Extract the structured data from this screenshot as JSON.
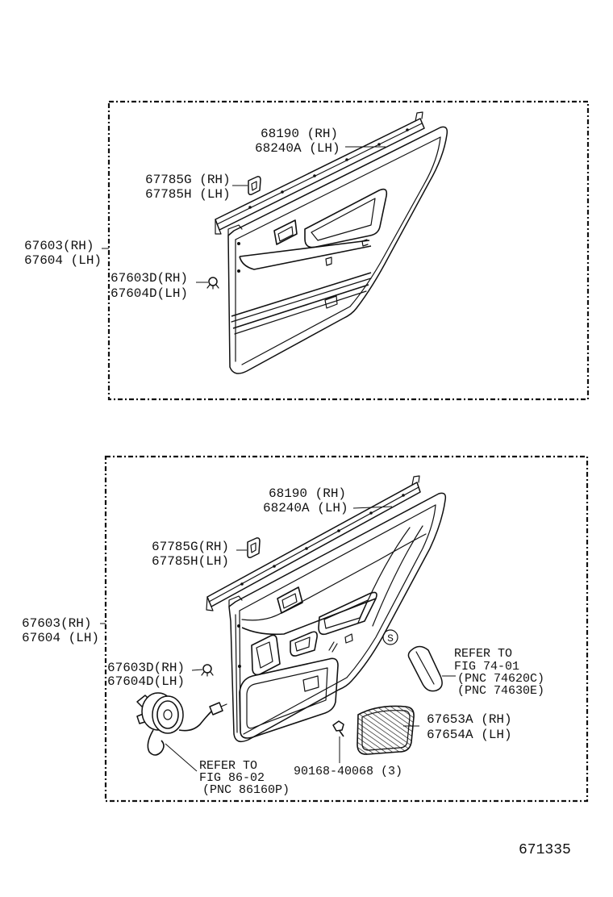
{
  "figure_number": "671335",
  "colors": {
    "ink": "#111111",
    "paper": "#ffffff"
  },
  "top_view": {
    "strip": {
      "rh": "68190 (RH)",
      "lh": "68240A (LH)"
    },
    "clip": {
      "rh": "67785G (RH)",
      "lh": "67785H (LH)"
    },
    "board": {
      "rh": "67603(RH)",
      "lh": "67604 (LH)"
    },
    "fastener": {
      "rh": "67603D(RH)",
      "lh": "67604D(LH)"
    }
  },
  "bottom_view": {
    "strip": {
      "rh": "68190 (RH)",
      "lh": "68240A (LH)"
    },
    "clip": {
      "rh": "67785G(RH)",
      "lh": "67785H(LH)"
    },
    "board": {
      "rh": "67603(RH)",
      "lh": "67604 (LH)"
    },
    "fastener": {
      "rh": "67603D(RH)",
      "lh": "67604D(LH)"
    },
    "handle_ref": {
      "line1": "REFER TO",
      "line2": "FIG 74-01",
      "line3": "(PNC 74620C)",
      "line4": "(PNC 74630E)"
    },
    "grille": {
      "rh": "67653A (RH)",
      "lh": "67654A (LH)"
    },
    "screw": "90168-40068 (3)",
    "speaker_ref": {
      "line1": "REFER TO",
      "line2": "FIG 86-02",
      "line3": "(PNC 86160P)"
    },
    "symbol": "S"
  }
}
